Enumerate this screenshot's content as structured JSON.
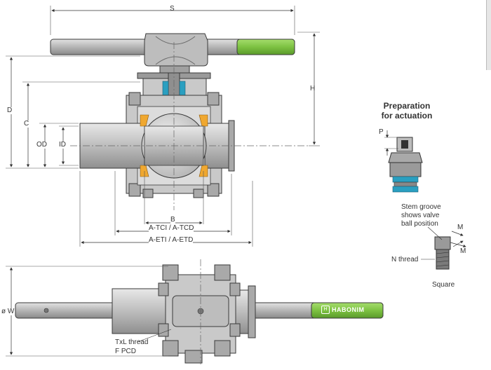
{
  "dimensions": {
    "S": "S",
    "H": "H",
    "D": "D",
    "C": "C",
    "OD": "OD",
    "ID": "ID",
    "B": "B",
    "A_TC": "A-TCI / A-TCD",
    "A_ET": "A-ETI / A-ETD",
    "W": "ø W",
    "M1": "M",
    "M2": "M",
    "P": "P"
  },
  "callouts": {
    "prep_line1": "Preparation",
    "prep_line2": "for actuation",
    "stem_line1": "Stem groove",
    "stem_line2": "shows valve",
    "stem_line3": "ball position",
    "n_thread": "N thread",
    "square": "Square",
    "txl_thread": "TxL thread",
    "f_pcd": "F PCD"
  },
  "brand": {
    "name": "HABONIM",
    "handle_color": "#7dc242"
  },
  "colors": {
    "body": "#c9c9c9",
    "body_dark": "#9a9a9a",
    "seat": "#f0a830",
    "seal": "#2a9fc0",
    "outline": "#3a3a3a"
  }
}
